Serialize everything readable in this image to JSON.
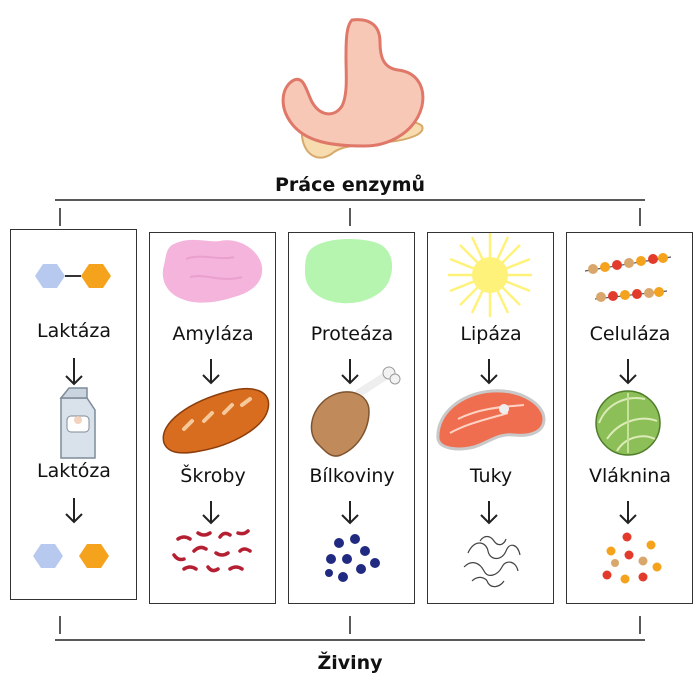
{
  "diagram": {
    "top_title": "Práce enzymů",
    "bottom_title": "Živiny",
    "columns": [
      {
        "enzyme": "Laktáza",
        "substrate": "Laktóza",
        "enzyme_icon": "disaccharide-molecule-icon",
        "food_icon": "milk-carton-icon",
        "product_icon": "monosaccharide-pair-icon"
      },
      {
        "enzyme": "Amyláza",
        "substrate": "Škroby",
        "enzyme_icon": "pink-enzyme-blob-icon",
        "food_icon": "bread-loaf-icon",
        "product_icon": "sugar-fragments-icon"
      },
      {
        "enzyme": "Proteáza",
        "substrate": "Bílkoviny",
        "enzyme_icon": "green-enzyme-blob-icon",
        "food_icon": "chicken-drumstick-icon",
        "product_icon": "amino-acid-dots-icon"
      },
      {
        "enzyme": "Lipáza",
        "substrate": "Tuky",
        "enzyme_icon": "yellow-burst-enzyme-icon",
        "food_icon": "salmon-steak-icon",
        "product_icon": "fatty-acid-squiggles-icon"
      },
      {
        "enzyme": "Celuláza",
        "substrate": "Vláknina",
        "enzyme_icon": "bead-chain-enzyme-icon",
        "food_icon": "cabbage-icon",
        "product_icon": "fiber-particles-icon"
      }
    ]
  },
  "colors": {
    "stomach_fill": "#f8c8b6",
    "stomach_stroke": "#e0786a",
    "pancreas_fill": "#f6dcae",
    "hexagon_blue": "#b7c9ee",
    "hexagon_orange": "#f5a21c",
    "amylase_pink": "#f4b4dc",
    "protease_green": "#b6f5b0",
    "lipase_yellow": "#fff27a",
    "bread": "#d86d1f",
    "chicken": "#c08a5a",
    "salmon": "#ef6e4f",
    "cabbage": "#8cbf58",
    "starch_red": "#b51f32",
    "protein_blue": "#1f2a80"
  }
}
